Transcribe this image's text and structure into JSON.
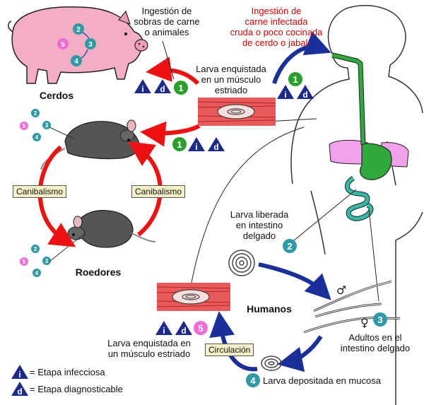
{
  "labels": {
    "ingest_scraps": "Ingestión de\nsobras de carne\no animales",
    "ingest_meat": "Ingestión de\ncarne infectada\ncruda o poco cocinada\nde cerdo o jabalí",
    "larva_muscle_top": "Larva enquistada\nen un músculo\nestriado",
    "pigs": "Cerdos",
    "rodents": "Roedores",
    "humans": "Humanos",
    "cannibalism_left": "Canibalismo",
    "cannibalism_right": "Canibalismo",
    "larva_released": "Larva liberada\nen intestino\ndelgado",
    "adults_intestine": "Adultos en el\nintestino delgado",
    "larva_mucosa": "Larva depositada en mucosa",
    "larva_muscle_bottom": "Larva enquistada en\nun músculo estriado",
    "circulation": "Circulación"
  },
  "stage_markers": {
    "infectious": "i",
    "diagnostic": "d",
    "one": "1",
    "two": "2",
    "three": "3",
    "four": "4",
    "five": "5"
  },
  "legend": {
    "infectious_symbol": "i",
    "infectious_label": "= Etapa infecciosa",
    "diagnostic_symbol": "d",
    "diagnostic_label": "= Etapa diagnosticable"
  },
  "colors": {
    "red_arrow": "#ee1111",
    "blue_arrow": "#1a2f9a",
    "green_marker": "#2aa02a",
    "teal_marker": "#2f9aa6",
    "pink_marker": "#f06cd6",
    "navy_triangle": "#1d2a8c",
    "pig_pink": "#f4aec4",
    "gut_green": "#2fa83c",
    "muscle_red": "#e85a5a"
  }
}
